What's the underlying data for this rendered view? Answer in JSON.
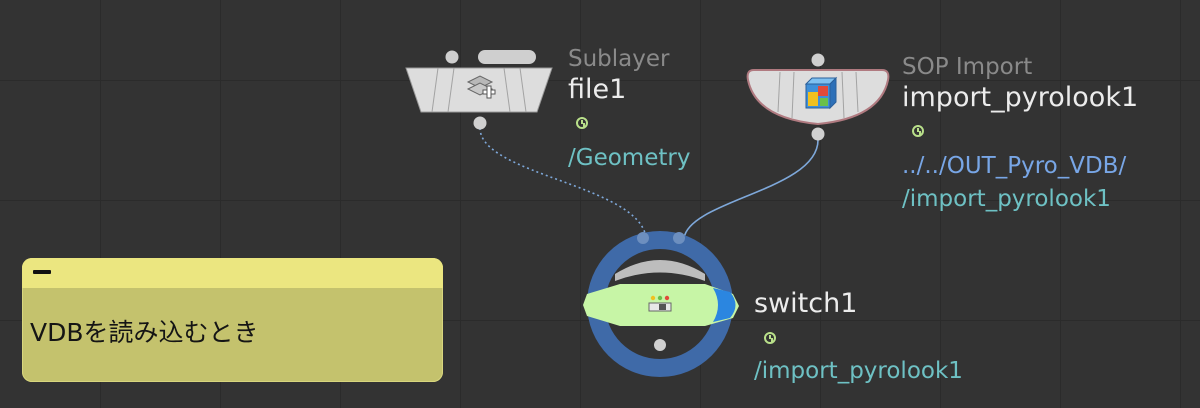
{
  "nodes": {
    "file1": {
      "type": "Sublayer",
      "name": "file1",
      "path": "/Geometry",
      "icon": "sublayer-plus-icon"
    },
    "import": {
      "type": "SOP Import",
      "name": "import_pyrolook1",
      "path_line1": "../../OUT_Pyro_VDB/",
      "path_line2": "/import_pyrolook1",
      "icon": "sop-import-cube-icon"
    },
    "switch": {
      "name": "switch1",
      "path": "/import_pyrolook1",
      "icon": "switch-icon"
    }
  },
  "sticky_note": {
    "text": "VDBを読み込むとき"
  },
  "colors": {
    "background": "#333333",
    "node_body": "#d9d9d9",
    "switch_ring": "#3f6aa8",
    "switch_body": "#c7f5a6",
    "switch_selected": "#2b86e0",
    "path_text": "#6ec1c4",
    "sticky_note": "#c4c26d"
  }
}
